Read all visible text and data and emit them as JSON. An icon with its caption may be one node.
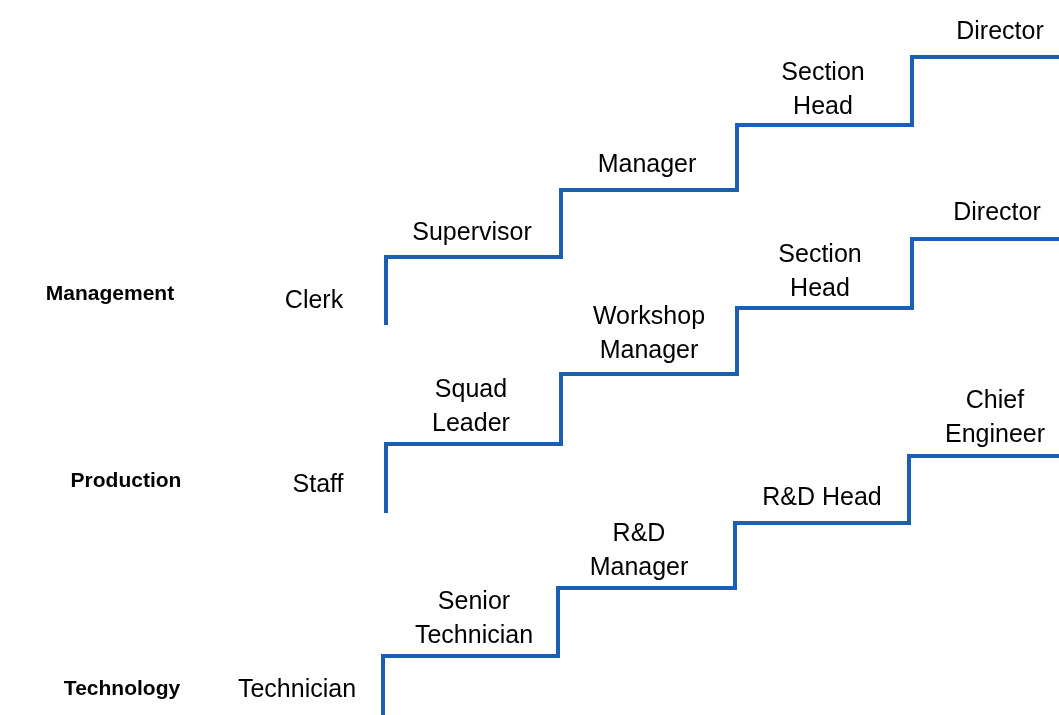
{
  "diagram": {
    "labels": [
      "Management",
      "Clerk",
      "Supervisor",
      "Manager",
      "Section Head",
      "Director",
      "Production",
      "Staff",
      "Squad Leader",
      "Workshop Manager",
      "Section Head",
      "Director",
      "Technology",
      "Technician",
      "Senior Technician",
      "R&D Manager",
      "R&D Head",
      "Chief Engineer"
    ]
  }
}
